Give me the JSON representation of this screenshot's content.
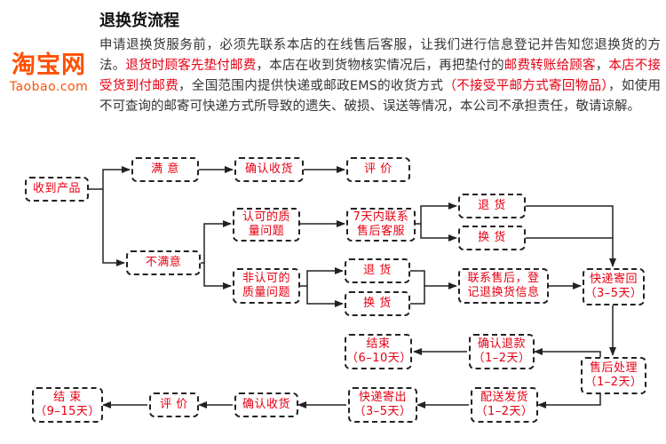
{
  "logo": {
    "main": "淘宝网",
    "sub": "Taobao.com"
  },
  "title": "退换货流程",
  "intro": [
    {
      "text": "申请退换货服务前，必须先联系本店的在线售后客服，让我们进行信息登记并告知您退换货的方法。",
      "red": false
    },
    {
      "text": "退货时顾客先垫付邮费",
      "red": true
    },
    {
      "text": "，本店在收到货物核实情况后，再把垫付的",
      "red": false
    },
    {
      "text": "邮费转账给顾客",
      "red": true
    },
    {
      "text": "，",
      "red": false
    },
    {
      "text": "本店不接受货到付邮费",
      "red": true
    },
    {
      "text": "，全国范围内提供快递或邮政EMS的收货方式",
      "red": false
    },
    {
      "text": "（不接受平邮方式寄回物品）",
      "red": true
    },
    {
      "text": "，如使用不可查询的邮寄可快递方式所导致的遗失、破损、误送等情况，本公司不承担责任，敬请谅解。",
      "red": false
    }
  ],
  "colors": {
    "accent": "#e60012",
    "logo": "#ff5000",
    "line": "#222222"
  },
  "nodes": {
    "receive": "收到产品",
    "satisfied": "满 意",
    "confirm1": "确认收货",
    "review1": "评 价",
    "unsatisfied": "不满意",
    "approved": "认可的质\n量问题",
    "service7": "7天内联系\n售后客服",
    "return1": "退 货",
    "exchange1": "换 货",
    "unapproved": "非认可的\n质量问题",
    "return2": "退 货",
    "exchange2": "换 货",
    "contact": "联系售后，登\n记退换货信息",
    "express_back": "快递寄回\n（3–5天）",
    "aftersale": "售后处理\n（1–2天）",
    "confirm_refund": "确认退款\n（1–2天）",
    "end1": "结束\n（6–10天）",
    "dispatch": "配送发货\n（1–2天）",
    "express_out": "快递寄出\n（3–5天）",
    "confirm2": "确认收货",
    "review2": "评 价",
    "end2": "结 束\n（9–15天）"
  }
}
